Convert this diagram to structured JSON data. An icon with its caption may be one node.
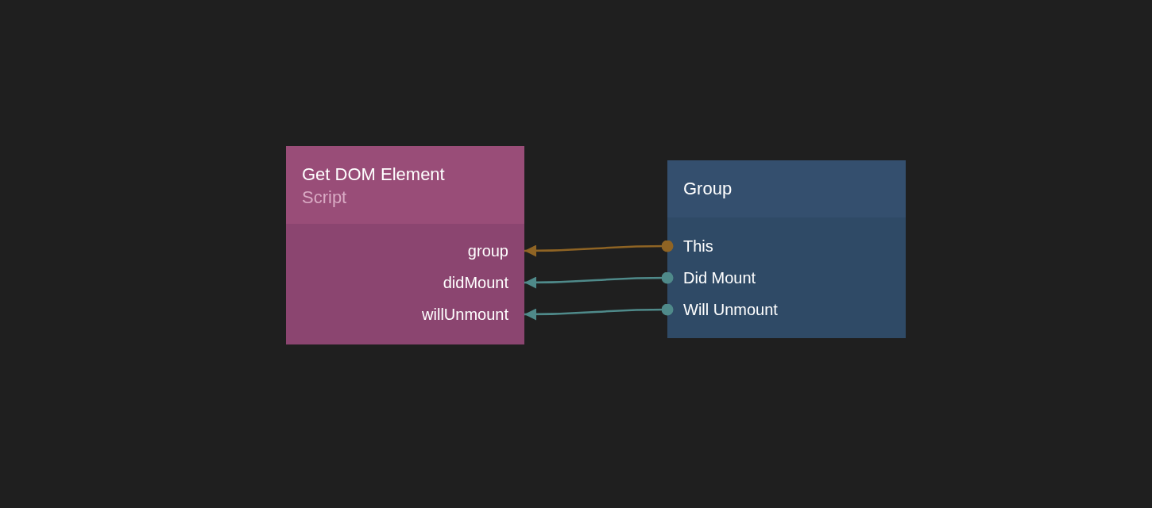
{
  "diagram": {
    "nodes": [
      {
        "text": [
          "Get DOM Element",
          "Script"
        ]
      },
      {
        "text": [
          "group"
        ],
        "in": 0
      },
      {
        "text": [
          "didMount"
        ],
        "in": 0
      },
      {
        "text": [
          "willUnmount"
        ],
        "in": 0
      },
      {
        "text": [
          "Group"
        ]
      },
      {
        "text": [
          "This"
        ],
        "in": 4
      },
      {
        "text": [
          "Did Mount"
        ],
        "in": 4
      },
      {
        "text": [
          "Will Unmount"
        ],
        "in": 4
      }
    ],
    "edges": [
      {
        "from": 5,
        "to": 1,
        "arrow": "to",
        "color": "#8f6424"
      },
      {
        "from": 6,
        "to": 2,
        "arrow": "to"
      },
      {
        "from": 7,
        "to": 3,
        "arrow": "to"
      }
    ]
  }
}
